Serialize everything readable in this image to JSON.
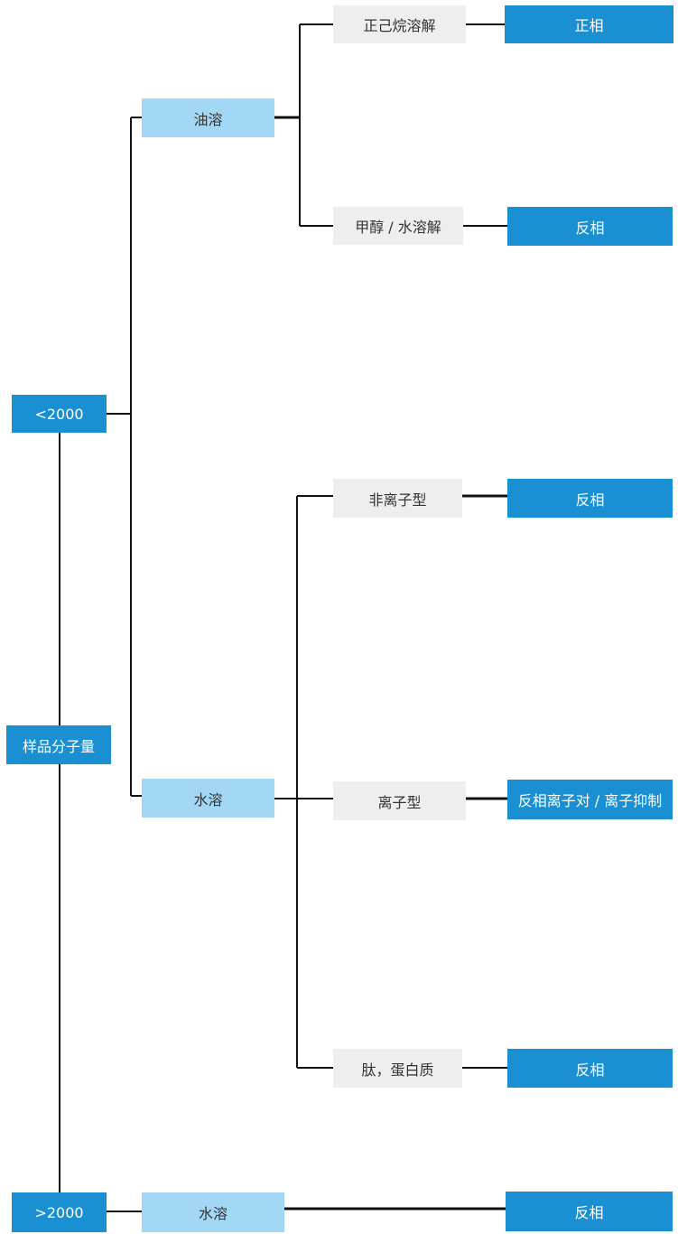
{
  "root": {
    "label": "样品分子量"
  },
  "level1": {
    "lt2000": "<2000",
    "gt2000": ">2000"
  },
  "level2": {
    "oil": "油溶",
    "water": "水溶",
    "water_large": "水溶"
  },
  "level3": {
    "hexane": "正己烷溶解",
    "methanol_water": "甲醇 / 水溶解",
    "nonionic": "非离子型",
    "ionic": "离子型",
    "peptide_protein": "肽，蛋白质"
  },
  "results": {
    "hexane": "正相",
    "methanol_water": "反相",
    "nonionic": "反相",
    "ionic": "反相离子对 / 离子抑制",
    "peptide_protein": "反相",
    "gt2000": "反相"
  },
  "colors": {
    "dark_box": "#1a90d3",
    "light_box": "#a3d8f5",
    "grey_box": "#eeeeee",
    "line": "#111111"
  }
}
